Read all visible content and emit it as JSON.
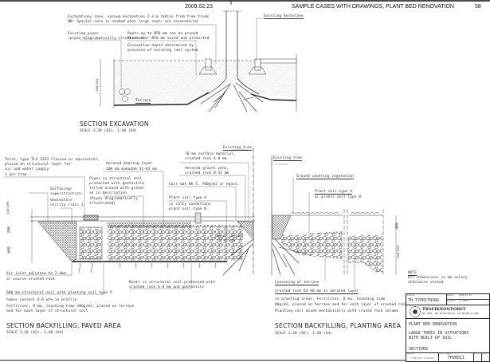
{
  "header": {
    "date": "2009.02.23",
    "title": "SAMPLE CASES WITH DRAWINGS, PLANT BED RENOVATION",
    "page_number": "58"
  },
  "excavation": {
    "labels": [
      "Excavations zone, vacuum excavation 2-3 m radius from tree trunk",
      "NB! Special care is needed when large roots are encountered",
      "Existing pipes",
      "(pipes diagramatically illustrated)",
      "Roots up to Ø50 mm can be pruned",
      "Roots over Ø50 mm saved and protected",
      "Excavation depth determined by",
      "presence of existing root system",
      "Existing kerbstone",
      "Terrace",
      "varies"
    ],
    "title": "SECTION EXCAVATION",
    "scale": "SCALE 1:20 (A2), 1:40 (A4)"
  },
  "paved": {
    "labels": [
      "Existing tree",
      "70 mm surface material,",
      "crushed rock 4-8 mm",
      "Inlet, type TLV 2333 Clarova or equivalent,",
      "placed on structural layer for",
      "air and water supply",
      "1 per tree",
      "Aerated bearing layer",
      "200 mm makadam 32-63 mm",
      "Aerated gravel zone,",
      "crushed rock 8-32 mm",
      "Pipes in structural soil",
      "protected with geotextile",
      "filled around with gravel",
      "as in description",
      "(Pipes diagramatically",
      "illustrated)",
      "Coir mat KK 5, 700g/m2 or equiv.",
      "Surfacing/",
      "superstructure",
      "Geotextile",
      "utility class 3",
      "Plant soil type A",
      "in salty conditions",
      "plant soil type B",
      "humus content",
      "4-6 wt%",
      "Air inlet adjusted to 2-4mm",
      "or coarse crushed rock",
      "Roots in structural soil protected with",
      "crushed rock 4-8 mm and geotextile",
      "600 mm structural soil with planting soil type D",
      "humus content 4-6 wt% in profile",
      "Fertiliser, 8 mo. leaching time 100g/m2, placed on terrace",
      "and for each layer of structural soil"
    ],
    "dims": [
      "varies",
      "200",
      "600"
    ],
    "title": "SECTION BACKFILLING, PAVED AREA",
    "scale": "SCALE 1:20 (A2), 1:40 (A4)"
  },
  "planting": {
    "labels": [
      "Existing tree",
      "Ground covering vegetation",
      "Plant soil type A",
      "or plants soil type B",
      "Loosening of terrace",
      "Crushed rock 63-90 mm as aerated layer",
      "in planting areas. Fertiliser, 8 mo. leaching time",
      "80g/m2, placed on terrace and for each layer of crushed rock",
      "Planting soil mixed mechanically with crused rock volume"
    ],
    "dims": [
      "400",
      "varies"
    ],
    "title": "SECTION BACKFILLING, PLANTING AREA",
    "scale": "SCALE 1:20 (A2), 1:40 (A4)"
  },
  "note": {
    "title": "NOTE",
    "line1": "All dimensions in mm unless",
    "line2": "otherwise stated"
  },
  "title_block": {
    "status_label": "Status",
    "status": "TH-TYPRITNING",
    "date_label": "Datum",
    "date": "2009-02-23",
    "approved_label": "Godkänt",
    "approved": "G.LYBECK",
    "org": "TRAFIKKONTORET",
    "org_address": "Box 8311, 104 20 Stockholm, Tel 08-508 27 000",
    "line1": "PLANT BED RENOVATION",
    "line2": "LARGE TREES IN SITUATIONS",
    "line3": "WITH BUILT-UP SOIL",
    "line4": "SECTIONS",
    "scale_label": "Skala",
    "scale": "1:20(A2)/1:40(A4)",
    "drawing_no_label": "Ritningsnr",
    "drawing_no": "THVB011",
    "rev_label": "Ändr",
    "sheet_label": "Blad"
  }
}
